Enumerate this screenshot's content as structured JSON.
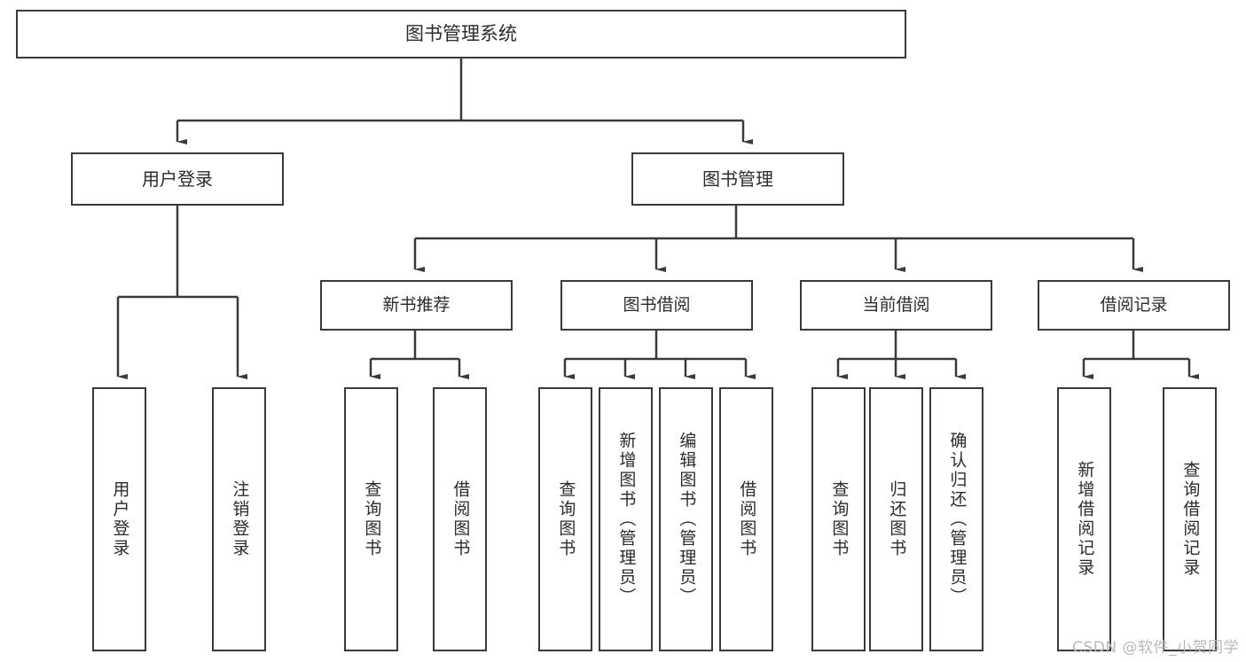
{
  "diagram": {
    "title": "图书管理系统",
    "type": "tree-hierarchy",
    "root": {
      "label": "图书管理系统"
    },
    "level1": [
      {
        "label": "用户登录"
      },
      {
        "label": "图书管理"
      }
    ],
    "level2": [
      {
        "label": "新书推荐"
      },
      {
        "label": "图书借阅"
      },
      {
        "label": "当前借阅"
      },
      {
        "label": "借阅记录"
      }
    ],
    "leaves": {
      "user_login": [
        {
          "label": "用户登录"
        },
        {
          "label": "注销登录"
        }
      ],
      "new_book_recommend": [
        {
          "label": "查询图书"
        },
        {
          "label": "借阅图书"
        }
      ],
      "book_borrow": [
        {
          "label": "查询图书"
        },
        {
          "label": "新增图书（管理员）"
        },
        {
          "label": "编辑图书（管理员）"
        },
        {
          "label": "借阅图书"
        }
      ],
      "current_borrow": [
        {
          "label": "查询图书"
        },
        {
          "label": "归还图书"
        },
        {
          "label": "确认归还（管理员）"
        }
      ],
      "borrow_record": [
        {
          "label": "新增借阅记录"
        },
        {
          "label": "查询借阅记录"
        }
      ]
    }
  },
  "watermark": {
    "text": "CSDN @软件_小贺同学"
  },
  "colors": {
    "stroke": "#3a3a3a",
    "text": "#2b2b2b",
    "background": "#ffffff",
    "watermark": "#b9b9b9"
  }
}
